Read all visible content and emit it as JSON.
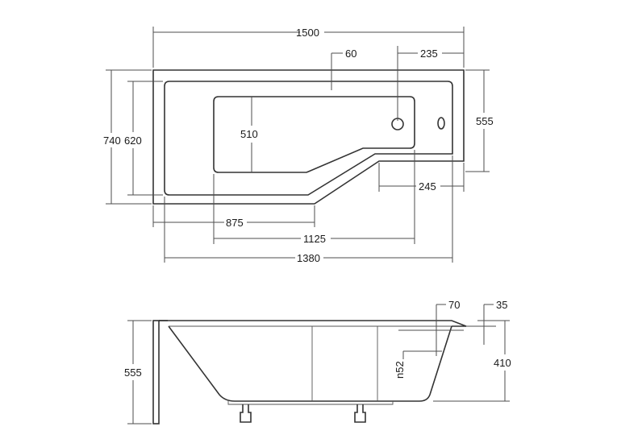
{
  "plan_view": {
    "dim_total_length": "1500",
    "dim_rim_offset": "60",
    "dim_drain_offset": "235",
    "dim_total_width": "740",
    "dim_inner_width": "620",
    "dim_basin_width": "510",
    "dim_narrow_width": "555",
    "dim_narrow_end": "245",
    "dim_straight_length": "875",
    "dim_basin_length": "1125",
    "dim_inner_length": "1380"
  },
  "side_view": {
    "dim_total_height": "555",
    "dim_rim_thickness": "70",
    "dim_lip": "35",
    "dim_body_height": "410",
    "dim_overflow": "n52"
  }
}
